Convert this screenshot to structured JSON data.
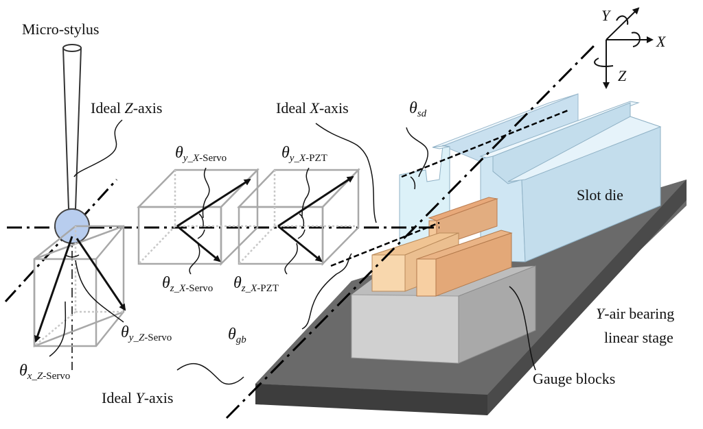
{
  "labels": {
    "micro_stylus": "Micro-stylus",
    "slot_die": "Slot die",
    "gauge_blocks": "Gauge blocks",
    "air_bearing_line1": "-air bearing",
    "air_bearing_line1_axis": "Y",
    "air_bearing_line2": "linear stage",
    "ideal_z_prefix": "Ideal ",
    "ideal_z_axis": "Z",
    "ideal_z_suffix": "-axis",
    "ideal_x_prefix": "Ideal ",
    "ideal_x_axis": "X",
    "ideal_x_suffix": "-axis",
    "ideal_y_prefix": "Ideal ",
    "ideal_y_axis": "Y",
    "ideal_y_suffix": "-axis"
  },
  "angles": {
    "theta": "θ",
    "sd": "sd",
    "gb": "gb",
    "y_x_servo": {
      "axis": "y",
      "under": "_",
      "sub_axis": "X",
      "sub": "-Servo"
    },
    "y_x_pzt": {
      "axis": "y",
      "under": "_",
      "sub_axis": "X",
      "sub": "-PZT"
    },
    "z_x_servo": {
      "axis": "z",
      "under": "_",
      "sub_axis": "X",
      "sub": "-Servo"
    },
    "z_x_pzt": {
      "axis": "z",
      "under": "_",
      "sub_axis": "X",
      "sub": "-PZT"
    },
    "y_z_servo": {
      "axis": "y",
      "under": "_",
      "sub_axis": "Z",
      "sub": "-Servo"
    },
    "x_z_servo": {
      "axis": "x",
      "under": "_",
      "sub_axis": "Z",
      "sub": "-Servo"
    }
  },
  "coordinate_frame": {
    "x": "X",
    "y": "Y",
    "z": "Z"
  },
  "colors": {
    "base_top": "#6b6b6b",
    "base_side": "#4a4a4a",
    "base_front": "#3a3a3a",
    "pedestal_front": "#cfcfcf",
    "pedestal_top": "#b5b5b5",
    "pedestal_side": "#9a9a9a",
    "die_front": "#dff0f8",
    "die_side": "#c6deee",
    "die_top": "#e9f5fb",
    "gauge_front": "#f7d3a8",
    "gauge_top": "#eab486",
    "gauge_side": "#d99a6a",
    "stylus_ball": "#b8cdee",
    "cube_edge": "#a8a8a8"
  }
}
